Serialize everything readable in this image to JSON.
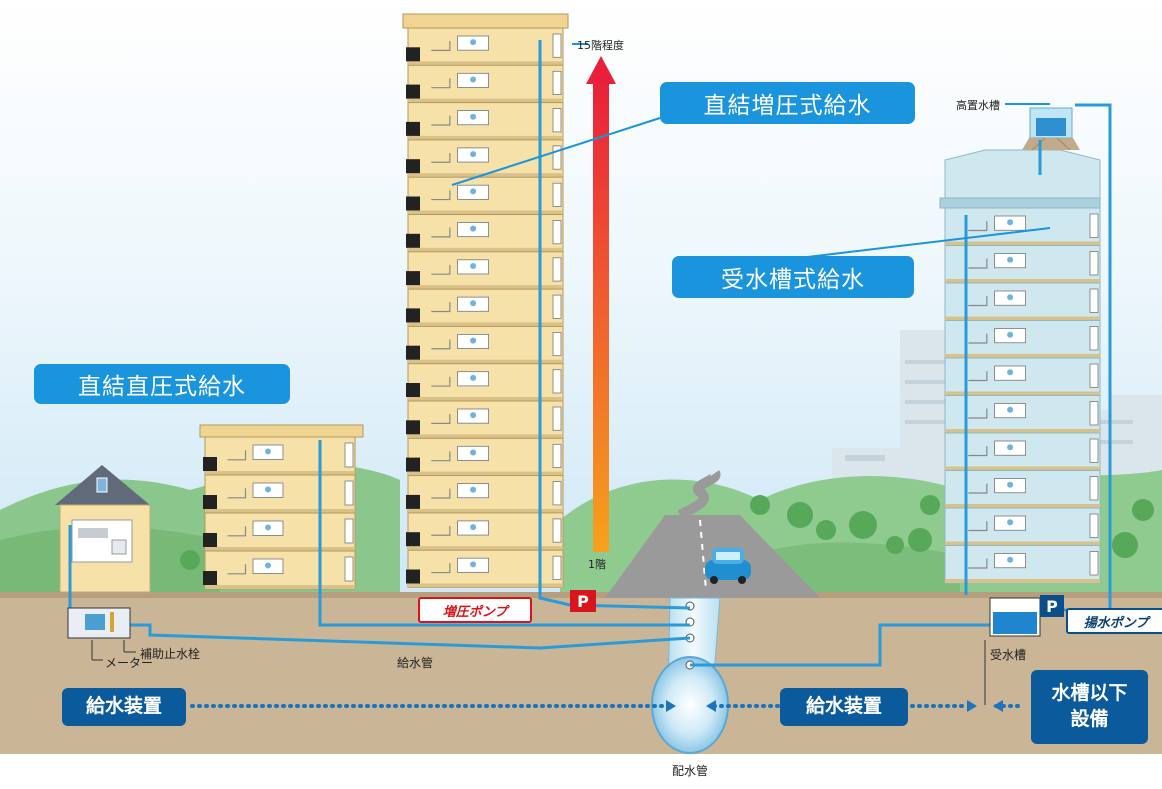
{
  "labels": {
    "direct_pressure": "直結直圧式給水",
    "direct_booster": "直結増圧式給水",
    "tank_supply": "受水槽式給水",
    "floor_15": "15階程度",
    "floor_1": "1階",
    "elevated_tank": "高置水槽",
    "booster_pump": "増圧ポンプ",
    "pump_symbol": "P",
    "lift_pump": "揚水ポンプ",
    "meter": "メーター",
    "aux_stop_valve": "補助止水栓",
    "service_pipe": "給水管",
    "receiving_tank": "受水槽",
    "distribution_main": "配水管"
  },
  "zones": {
    "supply_equipment_left": "給水装置",
    "supply_equipment_right": "給水装置",
    "below_tank_line1": "水槽以下",
    "below_tank_line2": "設備"
  },
  "colors": {
    "callout_blue": "#1a94dc",
    "zone_navy": "#0b5a9c",
    "pipe_blue": "#2a9bd8",
    "pump_red": "#d8151b",
    "building_cream": "#f6e2a9",
    "tank_building": "#bfe1ea",
    "ground": "#c9b294",
    "sky": "#d7ecf7"
  }
}
